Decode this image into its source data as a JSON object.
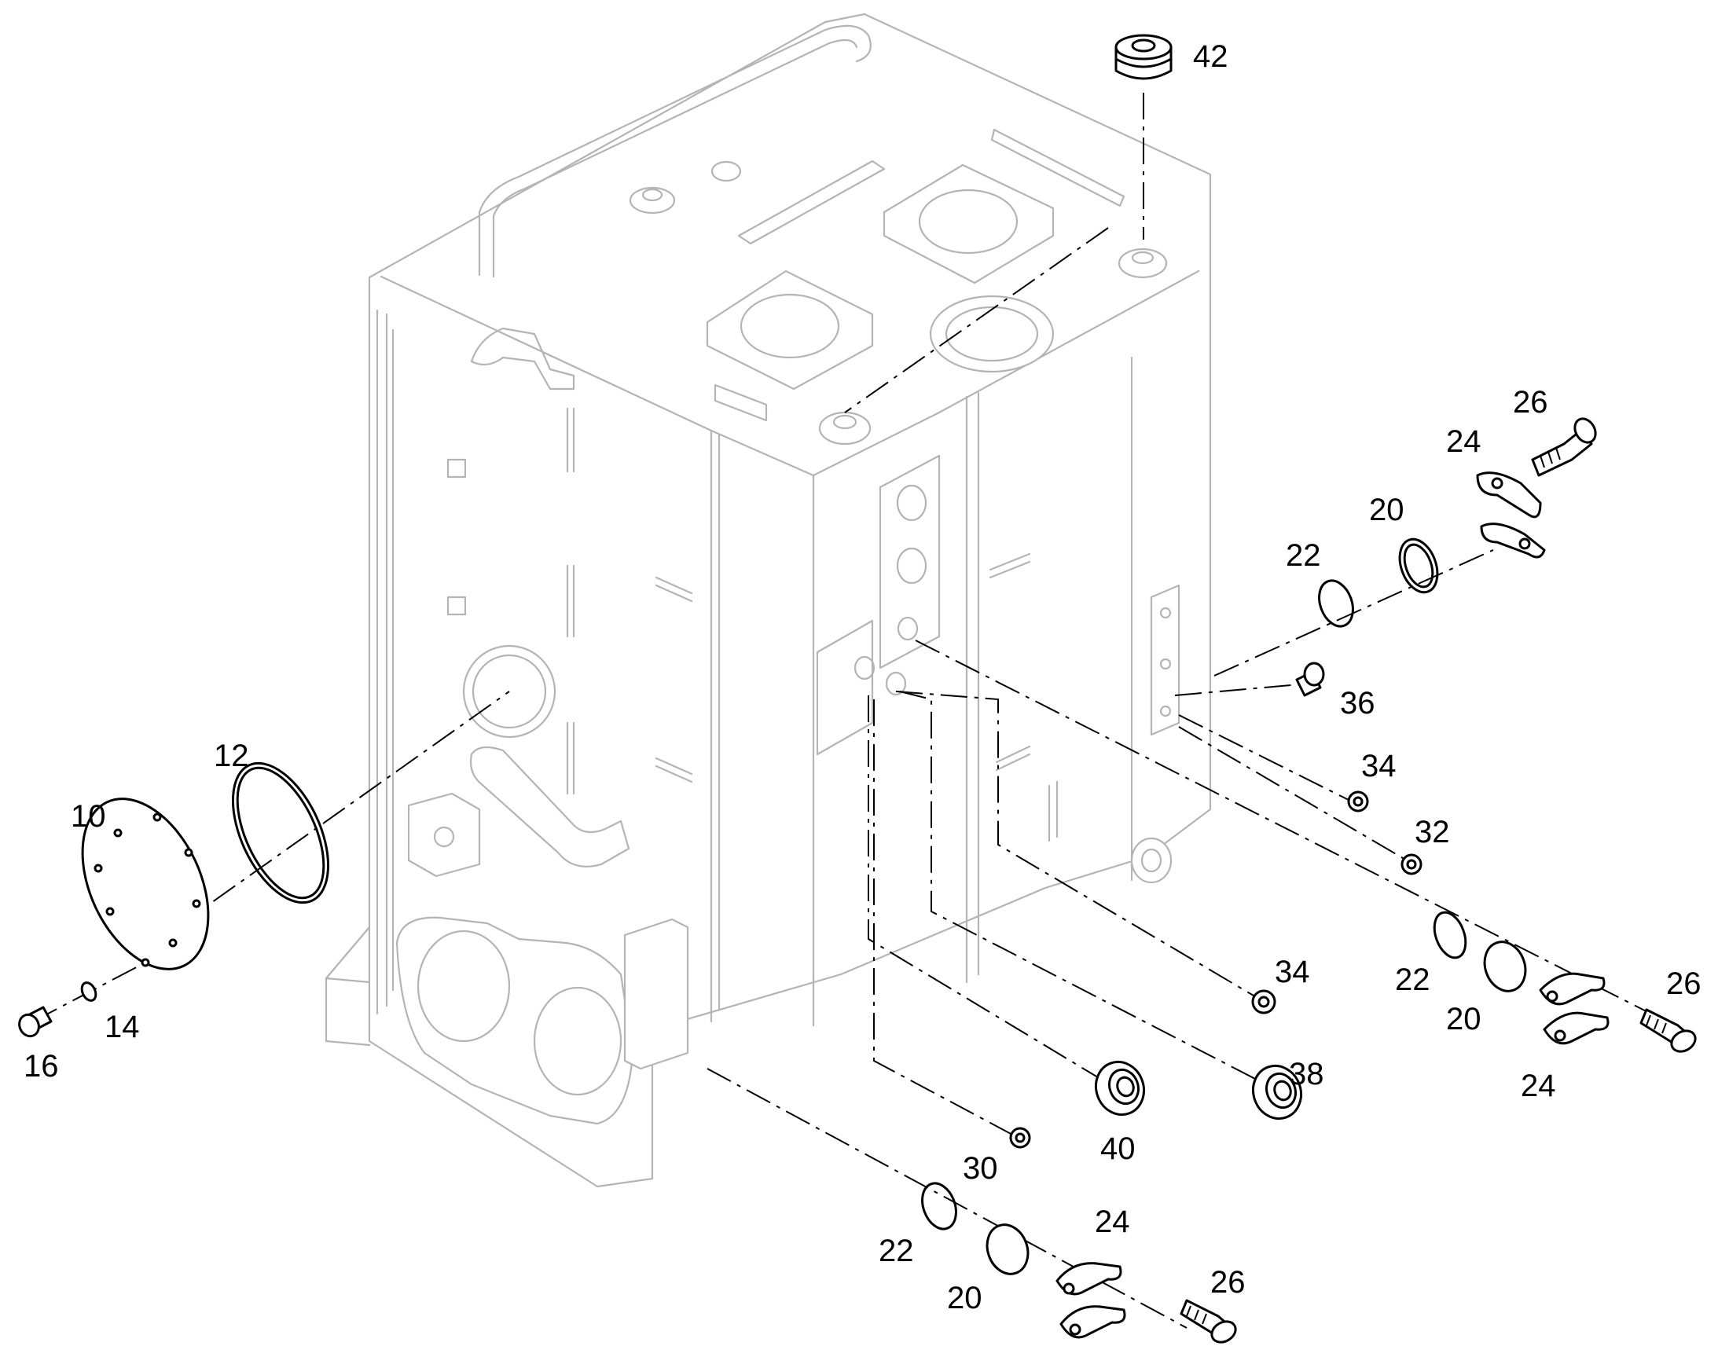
{
  "labels": {
    "p42": "42",
    "p26a": "26",
    "p24a": "24",
    "p20a": "20",
    "p22a": "22",
    "p36": "36",
    "p34a": "34",
    "p32": "32",
    "p12": "12",
    "p10": "10",
    "p14": "14",
    "p16": "16",
    "p22b": "22",
    "p20b": "20",
    "p26b": "26",
    "p24b": "24",
    "p34b": "34",
    "p38": "38",
    "p40": "40",
    "p30": "30",
    "p22c": "22",
    "p20c": "20",
    "p24c": "24",
    "p26c": "26"
  },
  "colors": {
    "housing_outline": "#b4b4b4",
    "part_outline": "#000000",
    "background": "#ffffff"
  }
}
